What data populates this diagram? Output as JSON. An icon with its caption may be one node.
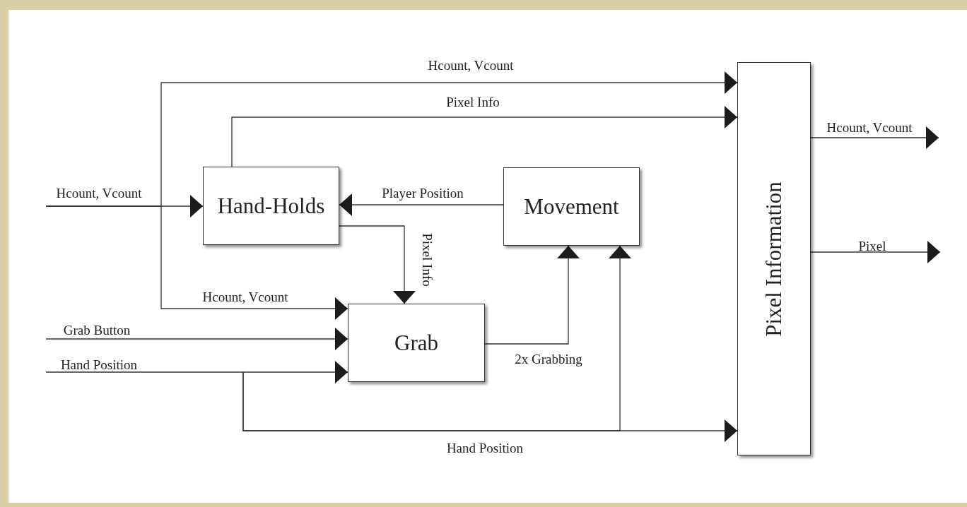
{
  "diagram": {
    "nodes": [
      {
        "text": [
          "Hand-Holds"
        ]
      },
      {
        "text": [
          "Movement"
        ]
      },
      {
        "text": [
          "Grab"
        ]
      },
      {
        "text": [
          "Pixel Information"
        ]
      }
    ],
    "edges": [
      {
        "from": null,
        "to": 0,
        "arrow": "to",
        "label": "Hcount, Vcount"
      },
      {
        "from": null,
        "to": 3,
        "arrow": "to",
        "label": "Hcount, Vcount"
      },
      {
        "from": null,
        "to": 2,
        "arrow": "to",
        "label": "Hcount, Vcount"
      },
      {
        "from": 0,
        "to": 3,
        "arrow": "to",
        "label": "Pixel Info"
      },
      {
        "from": 1,
        "to": 0,
        "arrow": "to",
        "label": "Player Position"
      },
      {
        "from": 0,
        "to": 2,
        "arrow": "to",
        "label": "Pixel Info"
      },
      {
        "from": 2,
        "to": 1,
        "arrow": "to",
        "label": "2x Grabbing"
      },
      {
        "from": null,
        "to": 2,
        "arrow": "to",
        "label": "Grab Button"
      },
      {
        "from": null,
        "to": 2,
        "arrow": "to",
        "label": "Hand Position"
      },
      {
        "from": null,
        "to": 3,
        "arrow": "to",
        "label": "Hand Position"
      },
      {
        "from": null,
        "to": 1,
        "arrow": "to"
      },
      {
        "from": 3,
        "to": null,
        "arrow": "to",
        "label": "Hcount, Vcount"
      },
      {
        "from": 3,
        "to": null,
        "arrow": "to",
        "label": "Pixel"
      }
    ]
  }
}
